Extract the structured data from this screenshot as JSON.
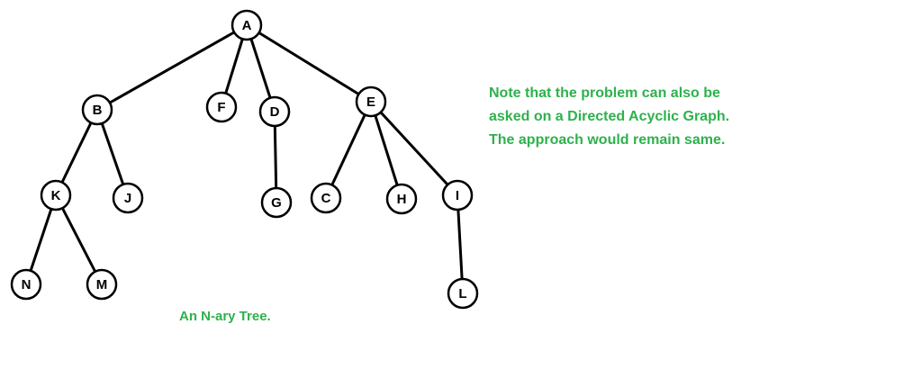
{
  "diagram": {
    "caption": "An N-ary Tree.",
    "note_lines": [
      "Note that the problem can also be",
      "asked on a Directed Acyclic Graph.",
      "The approach would remain same."
    ],
    "colors": {
      "text_accent": "#2eb14c",
      "node_stroke": "#000000",
      "node_fill": "#ffffff"
    },
    "nodes": [
      "A",
      "B",
      "F",
      "D",
      "E",
      "K",
      "J",
      "G",
      "C",
      "H",
      "I",
      "N",
      "M",
      "L"
    ],
    "edges": [
      [
        "A",
        "B"
      ],
      [
        "A",
        "F"
      ],
      [
        "A",
        "D"
      ],
      [
        "A",
        "E"
      ],
      [
        "B",
        "K"
      ],
      [
        "B",
        "J"
      ],
      [
        "D",
        "G"
      ],
      [
        "E",
        "C"
      ],
      [
        "E",
        "H"
      ],
      [
        "E",
        "I"
      ],
      [
        "K",
        "N"
      ],
      [
        "K",
        "M"
      ],
      [
        "I",
        "L"
      ]
    ]
  }
}
